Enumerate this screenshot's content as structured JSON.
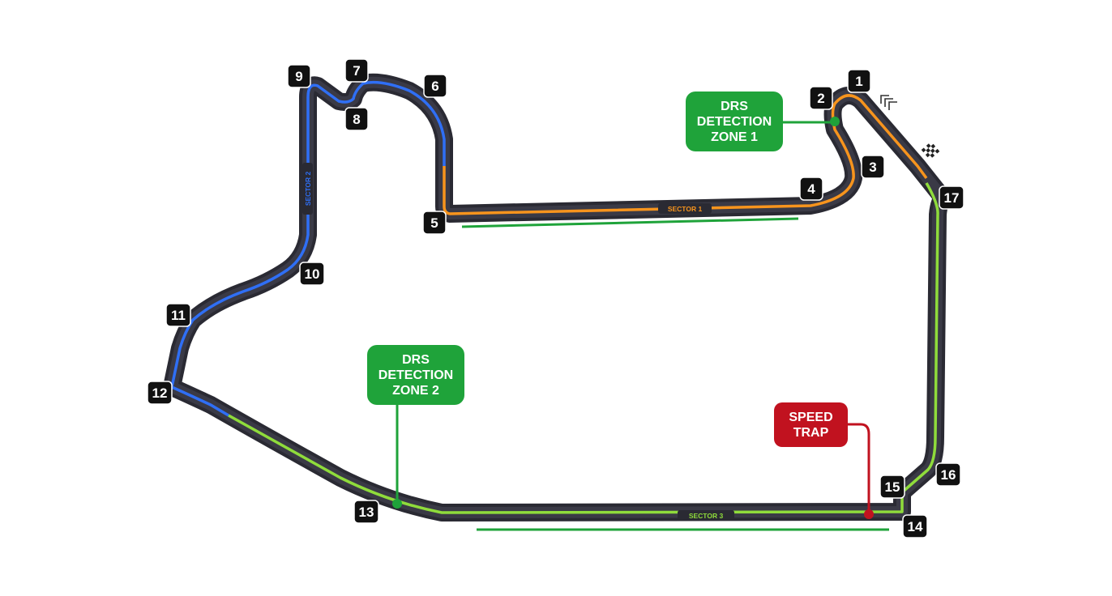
{
  "turns": [
    "1",
    "2",
    "3",
    "4",
    "5",
    "6",
    "7",
    "8",
    "9",
    "10",
    "11",
    "12",
    "13",
    "14",
    "15",
    "16",
    "17"
  ],
  "sectors": {
    "s1": {
      "label": "SECTOR 1",
      "color": "#f7941d"
    },
    "s2": {
      "label": "SECTOR 2",
      "color": "#2f6ff5"
    },
    "s3": {
      "label": "SECTOR 3",
      "color": "#8fdc3b"
    }
  },
  "callouts": {
    "drs1": {
      "line1": "DRS",
      "line2": "DETECTION",
      "line3": "ZONE 1",
      "color": "#1fa33a"
    },
    "drs2": {
      "line1": "DRS",
      "line2": "DETECTION",
      "line3": "ZONE 2",
      "color": "#1fa33a"
    },
    "speed_trap": {
      "line1": "SPEED",
      "line2": "TRAP",
      "color": "#c1121f"
    }
  },
  "icons": {
    "start_finish": "checkered-flag-icon",
    "direction": "direction-chevrons-icon"
  },
  "colors": {
    "track": "#2a2a33",
    "track_edge": "#3d3d4a",
    "drs_line": "#1fa33a",
    "turn_badge": "#111111"
  }
}
